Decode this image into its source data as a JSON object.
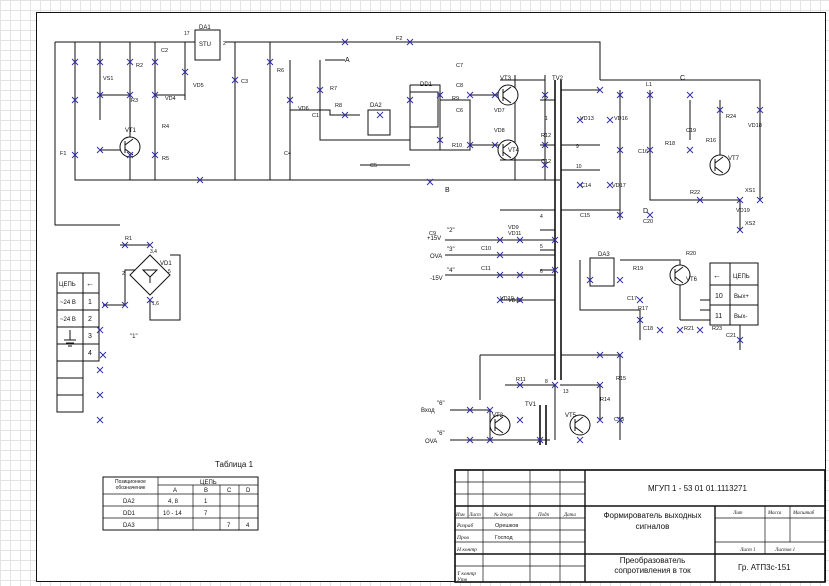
{
  "components": {
    "DA1": "DA1",
    "STU": "STU",
    "VS1": "VS1",
    "VT1": "VT1",
    "VD4": "VD4",
    "VD5": "VD5",
    "VD6": "VD6",
    "DA2": "DA2",
    "DD1": "DD1",
    "VT3": "VT3",
    "VT4": "VT4",
    "VD7": "VD7",
    "VD8": "VD8",
    "VD9": "VD9",
    "VD10": "VD10",
    "VD11": "VD11",
    "VD12": "VD12",
    "TV2": "TV2",
    "TV1": "TV1",
    "VD1": "VD1",
    "DA3": "DA3",
    "VT2": "VT2",
    "VT5": "VT5",
    "VT6": "VT6",
    "VT7": "VT7",
    "VD13": "VD13",
    "VD16": "VD16",
    "VD17": "VD17",
    "VD18": "VD18",
    "VD19": "VD19",
    "F1": "F1",
    "F2": "F2",
    "L1": "L1",
    "R1": "R1",
    "R2": "R2",
    "R3": "R3",
    "R4": "R4",
    "R5": "R5",
    "R6": "R6",
    "R7": "R7",
    "R8": "R8",
    "R9": "R9",
    "R10": "R10",
    "R11": "R11",
    "R12": "R12",
    "R14": "R14",
    "R15": "R15",
    "R16": "R16",
    "R17": "R17",
    "R18": "R18",
    "R19": "R19",
    "R20": "R20",
    "R21": "R21",
    "R22": "R22",
    "R23": "R23",
    "R24": "R24",
    "C1": "C1",
    "C2": "C2",
    "C3": "C3",
    "C4": "C4",
    "C5": "C5",
    "C6": "C6",
    "C7": "C7",
    "C8": "C8",
    "C9": "C9",
    "C10": "C10",
    "C11": "C11",
    "C12": "C12",
    "C13": "C13",
    "C14": "C14",
    "C15": "C15",
    "C16": "C16",
    "C17": "C17",
    "C18": "C18",
    "C19": "C19",
    "C20": "C20",
    "C21": "C21",
    "XS1": "XS1",
    "XS2": "XS2"
  },
  "net_labels": {
    "A": "A",
    "B": "B",
    "C": "C",
    "D": "D"
  },
  "power": {
    "p2": "\"2\"",
    "p15": "+15V",
    "p3": "\"3\"",
    "ova1": "OVA",
    "p4": "\"4\"",
    "m15": "-15V",
    "p1": "\"1\"",
    "vhod_n": "\"6\"",
    "vhod": "Вход",
    "ova2_n": "\"6\"",
    "ova2": "OVA"
  },
  "connector_left": {
    "header": "ЦЕПЬ",
    "arrow": "←",
    "rows": [
      {
        "net": "~24 В",
        "pin": "1"
      },
      {
        "net": "~24 В",
        "pin": "2"
      },
      {
        "net": "",
        "pin": "3"
      },
      {
        "net": "",
        "pin": "4"
      }
    ]
  },
  "connector_right": {
    "header": "ЦЕПЬ",
    "arrow": "←",
    "rows": [
      {
        "pin": "10",
        "net": "Вых+"
      },
      {
        "pin": "11",
        "net": "Вых-"
      }
    ]
  },
  "pin_numbers": {
    "da1_17": "17",
    "da1_2": "2",
    "vd1_2": "2",
    "vd1_34": "3,4",
    "vd1_5": "5",
    "vd1_16": "1,6",
    "tv2_1": "1",
    "tv2_2": "2",
    "tv2_4": "4",
    "tv2_5": "5",
    "tv2_6": "6",
    "tv2_9": "9",
    "tv2_10": "10",
    "tv2_13": "13",
    "tv2_8": "8"
  },
  "table1": {
    "caption": "Таблица 1",
    "head_left": "Позиционное обозначение",
    "head_group": "ЦЕПЬ",
    "head_cols": [
      "A",
      "B",
      "C",
      "D"
    ],
    "rows": [
      {
        "name": "DA2",
        "cells": [
          "4, 8",
          "1",
          "",
          ""
        ]
      },
      {
        "name": "DD1",
        "cells": [
          "10 - 14",
          "7",
          "",
          ""
        ]
      },
      {
        "name": "DA3",
        "cells": [
          "",
          "",
          "7",
          "4"
        ]
      }
    ]
  },
  "title_block": {
    "code": "МГУП 1 - 53 01 01.1113271",
    "title": "Формирователь выходных сигналов",
    "subtitle": "Преобразователь сопротивления в ток",
    "group": "Гр. АТП3с-151",
    "headers": {
      "izm": "Изм",
      "list": "Лист",
      "ndoc": "№ докум",
      "podp": "Подп",
      "data": "Дата",
      "lit": "Лит",
      "massa": "Масса",
      "masshtab": "Масштаб",
      "list_n": "Лист 1",
      "listov": "Листов 1"
    },
    "roles": [
      {
        "role": "Разраб",
        "name": "Орешков"
      },
      {
        "role": "Пров",
        "name": "Господ"
      },
      {
        "role": "Н контр",
        "name": ""
      },
      {
        "role": "Т контр",
        "name": ""
      },
      {
        "role": "Утв",
        "name": ""
      }
    ]
  }
}
